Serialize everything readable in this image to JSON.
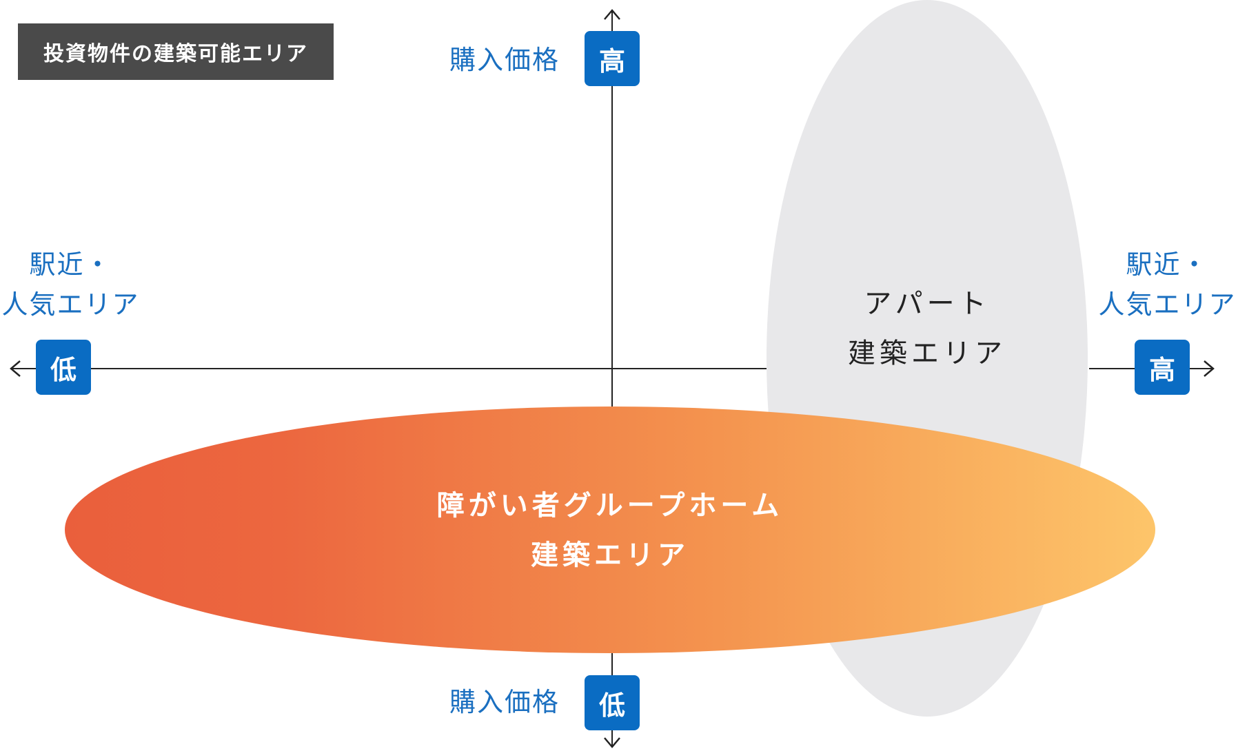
{
  "title": "投資物件の建築可能エリア",
  "axes": {
    "top": {
      "label": "購入価格",
      "badge": "高"
    },
    "bottom": {
      "label": "購入価格",
      "badge": "低"
    },
    "left": {
      "label_line1": "駅近・",
      "label_line2": "人気エリア",
      "badge": "低"
    },
    "right": {
      "label_line1": "駅近・",
      "label_line2": "人気エリア",
      "badge": "高"
    }
  },
  "areas": {
    "apartment": {
      "line1": "アパート",
      "line2": "建築エリア"
    },
    "group_home": {
      "line1": "障がい者グループホーム",
      "line2": "建築エリア"
    }
  },
  "colors": {
    "title_bg": "#4a4a4a",
    "badge": "#0a6cc3",
    "axis_label": "#1a6fc0",
    "apartment_fill": "#e8e8ea",
    "gradient_start": "#ea5f3c",
    "gradient_end": "#fdc56a"
  }
}
